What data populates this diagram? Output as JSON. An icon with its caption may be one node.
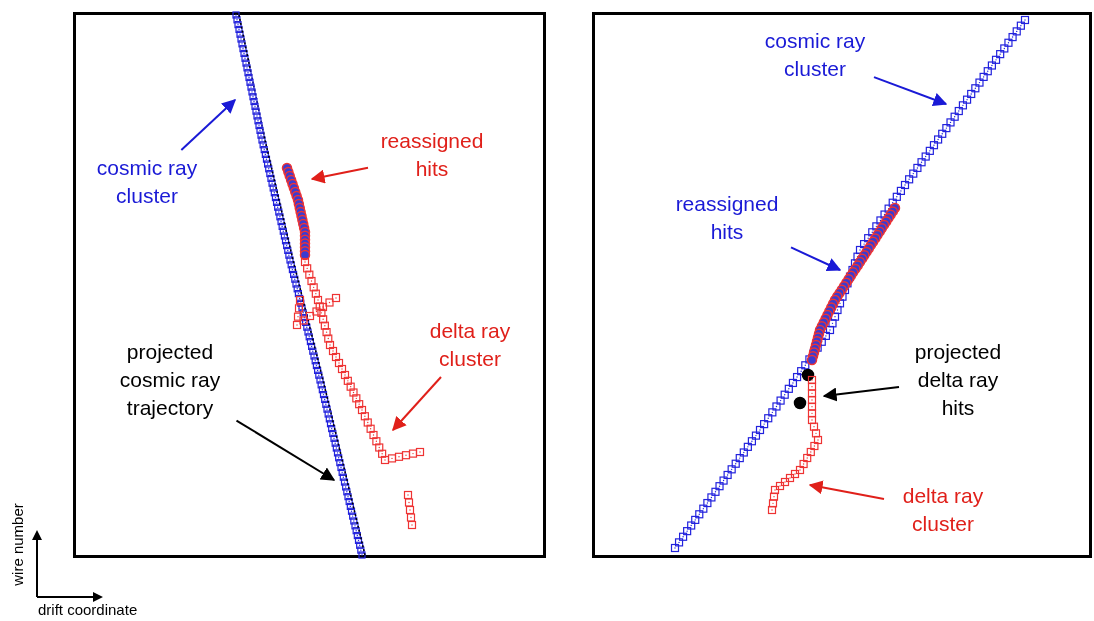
{
  "diagram": {
    "nodes": [
      {
        "text": [],
        "shape": "box"
      },
      {
        "text": [],
        "shape": "box"
      },
      {
        "text": [
          "cosmic ray cluster"
        ],
        "in": 0
      },
      {
        "text": [
          "reassigned hits"
        ],
        "in": 0
      },
      {
        "text": [
          "delta ray cluster"
        ],
        "in": 0
      },
      {
        "text": [
          "projected cosmic ray trajectory"
        ],
        "in": 0
      },
      {
        "text": [
          "cosmic ray cluster"
        ],
        "in": 1
      },
      {
        "text": [
          "reassigned hits"
        ],
        "in": 1
      },
      {
        "text": [
          "projected delta ray hits"
        ],
        "in": 1
      },
      {
        "text": [
          "delta ray cluster"
        ],
        "in": 1
      },
      {
        "text": [],
        "shape": "picture",
        "in": 0
      },
      {
        "text": [],
        "shape": "picture",
        "in": 0
      },
      {
        "text": [],
        "shape": "picture",
        "in": 0
      },
      {
        "text": [],
        "shape": "picture",
        "in": 0
      },
      {
        "text": [],
        "shape": "picture",
        "in": 1
      },
      {
        "text": [],
        "shape": "picture",
        "in": 1
      },
      {
        "text": [],
        "shape": "picture",
        "in": 1
      },
      {
        "text": [],
        "shape": "picture",
        "in": 1
      }
    ],
    "edges": [
      {
        "from": 2,
        "to": 10,
        "arrow": "to",
        "color": "#1a1ad6"
      },
      {
        "from": 3,
        "to": 11,
        "arrow": "to",
        "color": "#e0201a"
      },
      {
        "from": 4,
        "to": 12,
        "arrow": "to",
        "color": "#e0201a"
      },
      {
        "from": 5,
        "to": 13,
        "arrow": "to",
        "color": "#000000"
      },
      {
        "from": 6,
        "to": 14,
        "arrow": "to",
        "color": "#1a1ad6"
      },
      {
        "from": 7,
        "to": 15,
        "arrow": "to",
        "color": "#1a1ad6"
      },
      {
        "from": 8,
        "to": 16,
        "arrow": "to",
        "color": "#000000"
      },
      {
        "from": 9,
        "to": 17,
        "arrow": "to",
        "color": "#e0201a"
      }
    ],
    "labels": [
      "wire number",
      "drift coordinate"
    ]
  }
}
